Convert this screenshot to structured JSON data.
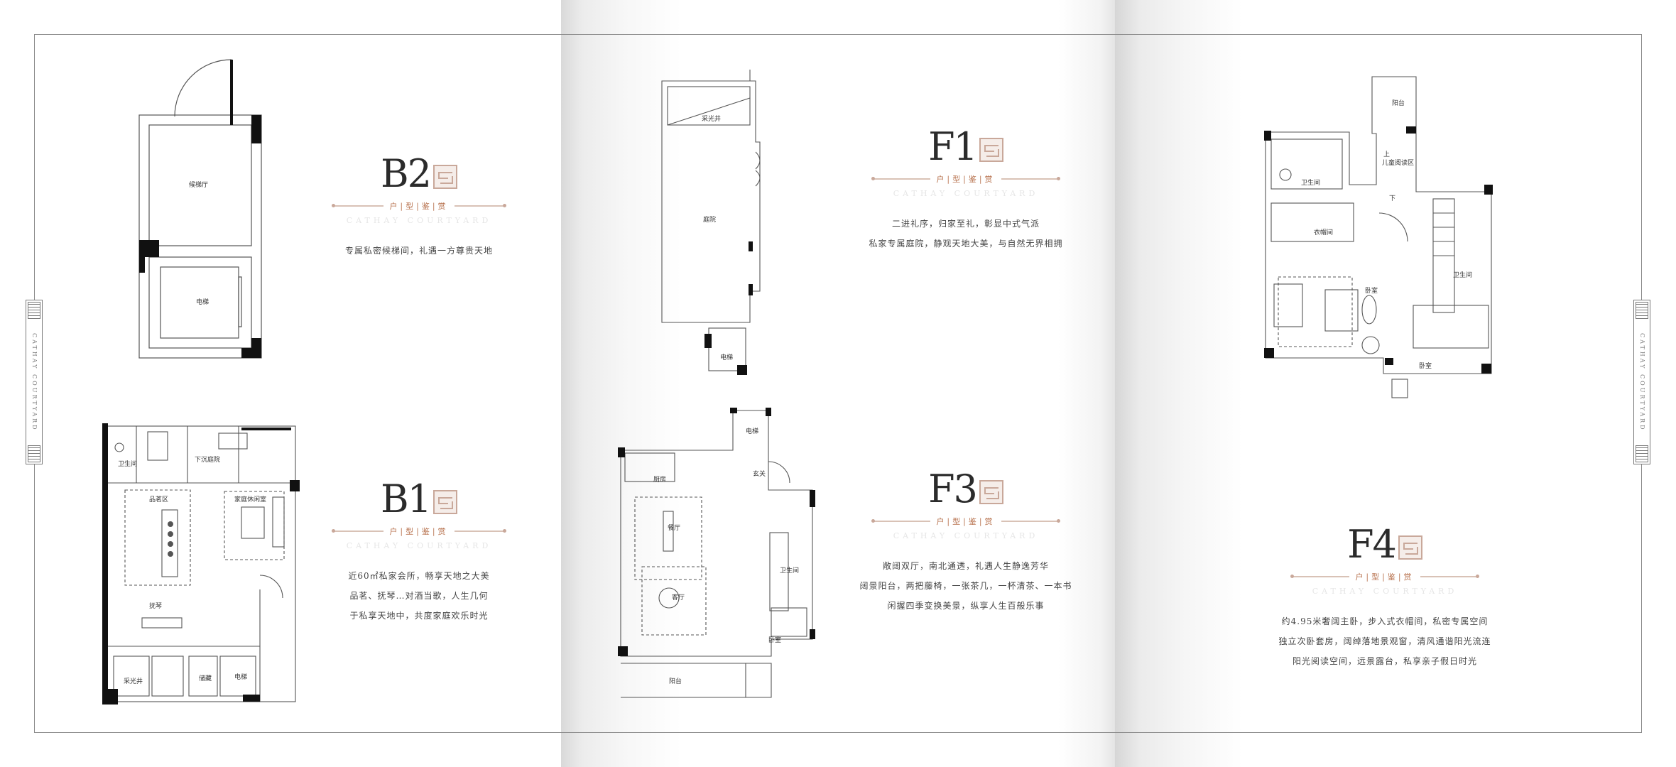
{
  "left_tab": "CATHAY COURTYARD",
  "right_tab": "CATHAY COURTYARD",
  "floors": {
    "b2": {
      "code": "B2",
      "tag": "户|型|鉴|赏",
      "sub": "CATHAY COURTYARD",
      "desc": [
        "专属私密候梯间，礼遇一方尊贵天地"
      ],
      "rooms": {
        "lobby": "候梯厅",
        "elevator": "电梯"
      }
    },
    "b1": {
      "code": "B1",
      "tag": "户|型|鉴|赏",
      "sub": "CATHAY COURTYARD",
      "desc": [
        "近60㎡私家会所，畅享天地之大美",
        "品茗、抚琴…对酒当歌，人生几何",
        "于私享天地中，共度家庭欢乐时光"
      ],
      "rooms": {
        "bath": "卫生间",
        "sunken": "下沉庭院",
        "tea": "品茗区",
        "family": "家庭休闲室",
        "piano": "抚琴",
        "skylight": "采光井",
        "storage": "储藏",
        "elevator": "电梯"
      }
    },
    "f1": {
      "code": "F1",
      "tag": "户|型|鉴|赏",
      "sub": "CATHAY COURTYARD",
      "desc": [
        "二进礼序，归家至礼，彰显中式气派",
        "私家专属庭院，静观天地大美，与自然无界相拥"
      ],
      "rooms": {
        "skylight": "采光井",
        "garden": "庭院",
        "elevator": "电梯"
      }
    },
    "f3": {
      "code": "F3",
      "tag": "户|型|鉴|赏",
      "sub": "CATHAY COURTYARD",
      "desc": [
        "敞阔双厅，南北通透，礼遇人生静逸芳华",
        "阔景阳台，两把藤椅，一张茶几，一杯清茶、一本书",
        "闲握四季变换美景，纵享人生百般乐事"
      ],
      "rooms": {
        "elevator": "电梯",
        "kitchen": "厨房",
        "entry": "玄关",
        "dining": "餐厅",
        "living": "客厅",
        "bath": "卫生间",
        "bedroom": "卧室",
        "balcony": "阳台"
      }
    },
    "f4": {
      "code": "F4",
      "tag": "户|型|鉴|赏",
      "sub": "CATHAY COURTYARD",
      "desc": [
        "约4.95米奢阔主卧，步入式衣帽间，私密专属空间",
        "独立次卧套房，阔绰落地景观窗，清风通谐阳光流连",
        "阳光阅读空间，远景露台，私享亲子假日时光"
      ],
      "rooms": {
        "balcony": "阳台",
        "up": "上",
        "reading": "儿童阅读区",
        "bath": "卫生间",
        "down": "下",
        "closet": "衣帽间",
        "bedroom": "卧室",
        "bath2": "卫生间",
        "bedroom2": "卧室"
      }
    }
  }
}
